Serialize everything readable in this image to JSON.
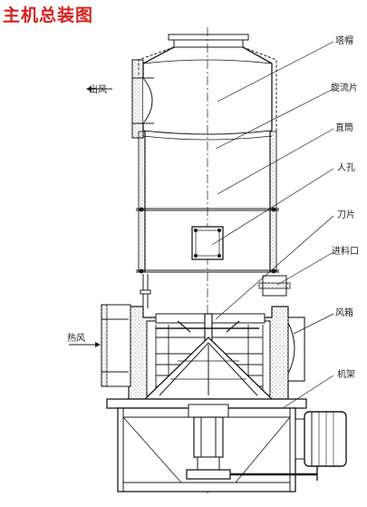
{
  "title": "主机总装图",
  "inlet_label": "热风",
  "outlet_label": "出风",
  "callouts": [
    "塔帽",
    "旋流片",
    "直筒",
    "人孔",
    "刀片",
    "进料口",
    "风箱",
    "机架"
  ],
  "colors": {
    "title": "#d8201d",
    "line": "#1a1a1a"
  }
}
